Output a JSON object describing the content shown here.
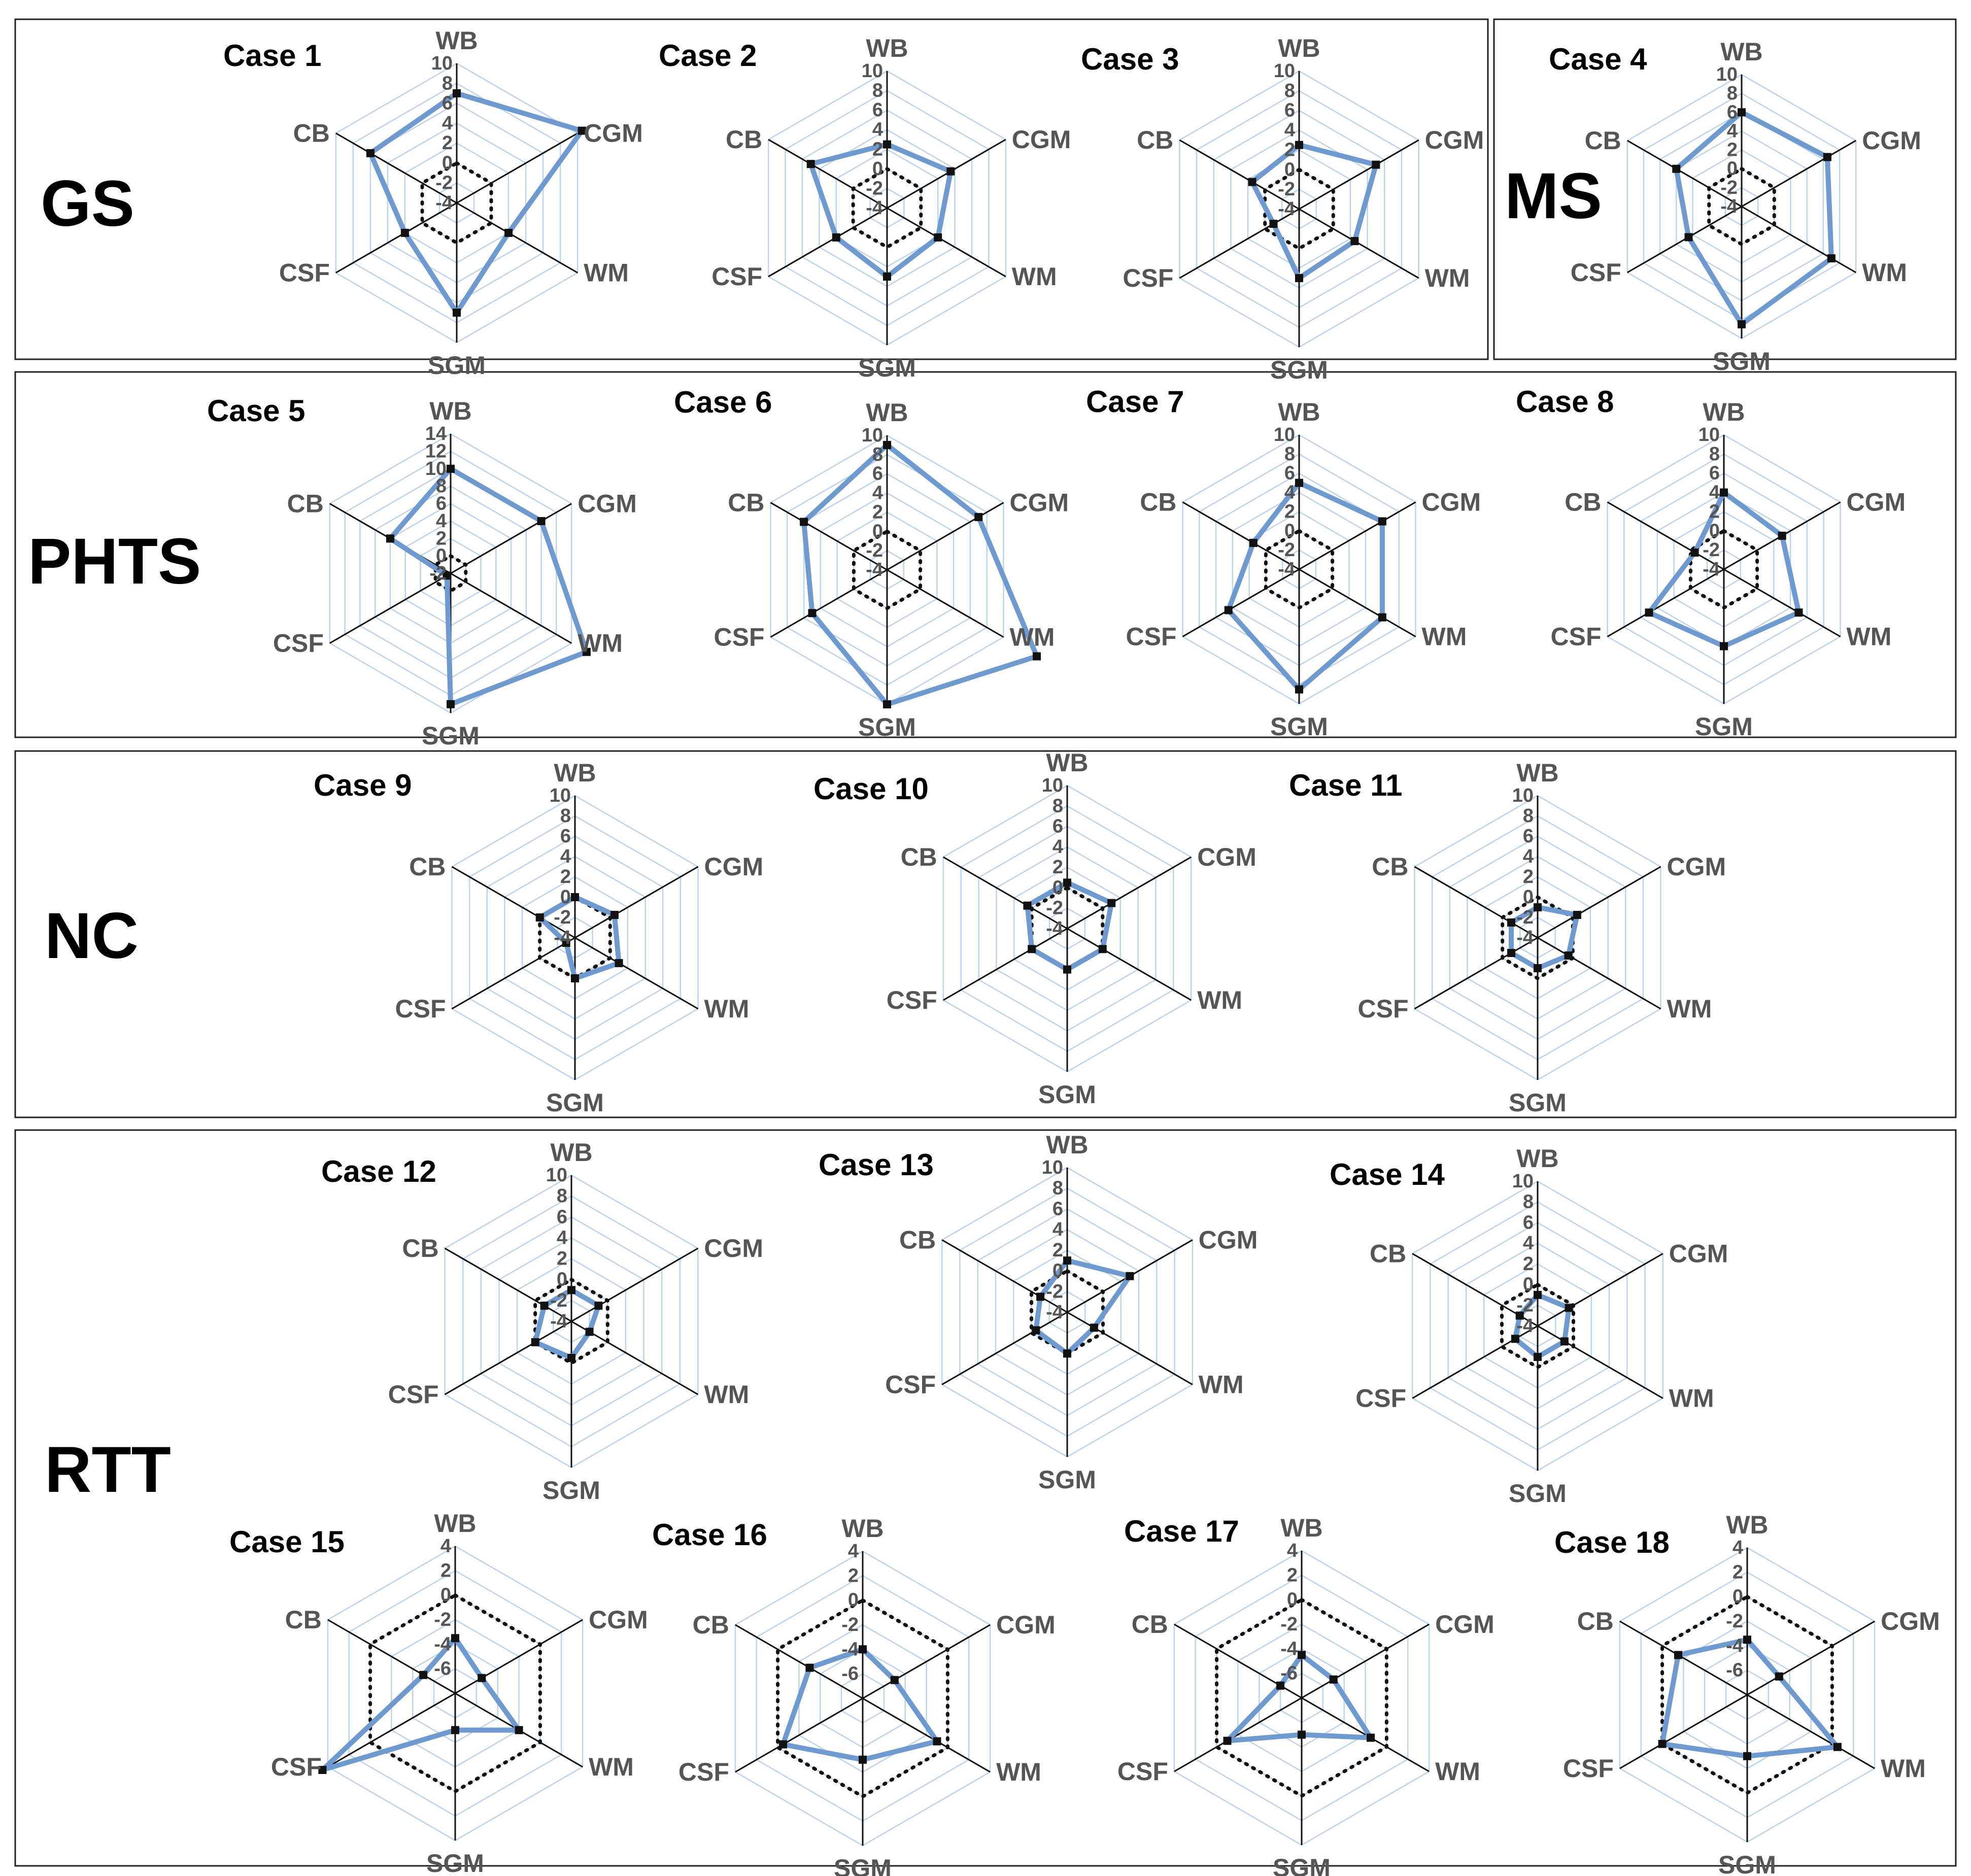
{
  "axes": [
    "WB",
    "CGM",
    "WM",
    "SGM",
    "CSF",
    "CB"
  ],
  "groups": [
    {
      "label": "GS"
    },
    {
      "label": "MS"
    },
    {
      "label": "PHTS"
    },
    {
      "label": "NC"
    },
    {
      "label": "RTT"
    }
  ],
  "colors": {
    "series": "#6e9ad0",
    "grid": "#bcd3ea",
    "spoke": "#111111",
    "zero_ring": "#111111",
    "marker": "#111111",
    "text": "#000000",
    "axis_text": "#555555"
  },
  "chart_data": [
    {
      "type": "radar",
      "group": "GS",
      "title": "Case 1",
      "categories": [
        "WB",
        "CGM",
        "WM",
        "SGM",
        "CSF",
        "CB"
      ],
      "rmin": -4,
      "rmax": 10,
      "ticks": [
        "10",
        "8",
        "6",
        "4",
        "2",
        "0",
        "-2",
        "-4"
      ],
      "values": [
        7,
        10.5,
        2,
        7,
        2,
        6
      ],
      "reference": 0
    },
    {
      "type": "radar",
      "group": "GS",
      "title": "Case 2",
      "categories": [
        "WB",
        "CGM",
        "WM",
        "SGM",
        "CSF",
        "CB"
      ],
      "rmin": -4,
      "rmax": 10,
      "ticks": [
        "10",
        "8",
        "6",
        "4",
        "2",
        "0",
        "-2",
        "-4"
      ],
      "values": [
        2.5,
        3.5,
        2,
        3,
        2,
        5
      ],
      "reference": 0
    },
    {
      "type": "radar",
      "group": "GS",
      "title": "Case 3",
      "categories": [
        "WB",
        "CGM",
        "WM",
        "SGM",
        "CSF",
        "CB"
      ],
      "rmin": -4,
      "rmax": 10,
      "ticks": [
        "10",
        "8",
        "6",
        "4",
        "2",
        "0",
        "-2",
        "-4"
      ],
      "values": [
        2.5,
        5,
        2.5,
        3,
        -1,
        1.5
      ],
      "reference": 0
    },
    {
      "type": "radar",
      "group": "MS",
      "title": "Case 4",
      "categories": [
        "WB",
        "CGM",
        "WM",
        "SGM",
        "CSF",
        "CB"
      ],
      "rmin": -4,
      "rmax": 10,
      "ticks": [
        "10",
        "8",
        "6",
        "4",
        "2",
        "0",
        "-2",
        "-4"
      ],
      "values": [
        6,
        6.5,
        7,
        8.5,
        2.5,
        4
      ],
      "reference": 0
    },
    {
      "type": "radar",
      "group": "PHTS",
      "title": "Case 5",
      "categories": [
        "WB",
        "CGM",
        "WM",
        "SGM",
        "CSF",
        "CB"
      ],
      "rmin": -2,
      "rmax": 14,
      "ticks": [
        "14",
        "12",
        "10",
        "8",
        "6",
        "4",
        "2",
        "0",
        "-2"
      ],
      "values": [
        10,
        10,
        16,
        13,
        -1.5,
        6
      ],
      "reference": 0
    },
    {
      "type": "radar",
      "group": "PHTS",
      "title": "Case 6",
      "categories": [
        "WB",
        "CGM",
        "WM",
        "SGM",
        "CSF",
        "CB"
      ],
      "rmin": -4,
      "rmax": 10,
      "ticks": [
        "10",
        "8",
        "6",
        "4",
        "2",
        "0",
        "-2",
        "-4"
      ],
      "values": [
        9,
        7,
        14,
        10,
        5,
        6
      ],
      "reference": 0
    },
    {
      "type": "radar",
      "group": "PHTS",
      "title": "Case 7",
      "categories": [
        "WB",
        "CGM",
        "WM",
        "SGM",
        "CSF",
        "CB"
      ],
      "rmin": -4,
      "rmax": 10,
      "ticks": [
        "10",
        "8",
        "6",
        "4",
        "2",
        "0",
        "-2",
        "-4"
      ],
      "values": [
        5,
        6,
        6,
        8.5,
        4.5,
        1.5
      ],
      "reference": 0
    },
    {
      "type": "radar",
      "group": "PHTS",
      "title": "Case 8",
      "categories": [
        "WB",
        "CGM",
        "WM",
        "SGM",
        "CSF",
        "CB"
      ],
      "rmin": -4,
      "rmax": 10,
      "ticks": [
        "10",
        "8",
        "6",
        "4",
        "2",
        "0",
        "-2",
        "-4"
      ],
      "values": [
        4,
        3,
        5,
        4,
        5,
        -0.5
      ],
      "reference": 0
    },
    {
      "type": "radar",
      "group": "NC",
      "title": "Case 9",
      "categories": [
        "WB",
        "CGM",
        "WM",
        "SGM",
        "CSF",
        "CB"
      ],
      "rmin": -4,
      "rmax": 10,
      "ticks": [
        "10",
        "8",
        "6",
        "4",
        "2",
        "0",
        "-2",
        "-4"
      ],
      "values": [
        0,
        0.5,
        1,
        0,
        -3,
        0
      ],
      "reference": 0
    },
    {
      "type": "radar",
      "group": "NC",
      "title": "Case 10",
      "categories": [
        "WB",
        "CGM",
        "WM",
        "SGM",
        "CSF",
        "CB"
      ],
      "rmin": -4,
      "rmax": 10,
      "ticks": [
        "10",
        "8",
        "6",
        "4",
        "2",
        "0",
        "-2",
        "-4"
      ],
      "values": [
        0.5,
        1,
        0,
        0,
        0,
        0.5
      ],
      "reference": 0
    },
    {
      "type": "radar",
      "group": "NC",
      "title": "Case 11",
      "categories": [
        "WB",
        "CGM",
        "WM",
        "SGM",
        "CSF",
        "CB"
      ],
      "rmin": -4,
      "rmax": 10,
      "ticks": [
        "10",
        "8",
        "6",
        "4",
        "2",
        "0",
        "-2",
        "-4"
      ],
      "values": [
        -1,
        0.5,
        -0.5,
        -1,
        -1,
        -1
      ],
      "reference": 0
    },
    {
      "type": "radar",
      "group": "RTT",
      "title": "Case 12",
      "categories": [
        "WB",
        "CGM",
        "WM",
        "SGM",
        "CSF",
        "CB"
      ],
      "rmin": -4,
      "rmax": 10,
      "ticks": [
        "10",
        "8",
        "6",
        "4",
        "2",
        "0",
        "-2",
        "-4"
      ],
      "values": [
        -1,
        -1,
        -2,
        -0.5,
        0,
        -1
      ],
      "reference": 0
    },
    {
      "type": "radar",
      "group": "RTT",
      "title": "Case 13",
      "categories": [
        "WB",
        "CGM",
        "WM",
        "SGM",
        "CSF",
        "CB"
      ],
      "rmin": -4,
      "rmax": 10,
      "ticks": [
        "10",
        "8",
        "6",
        "4",
        "2",
        "0",
        "-2",
        "-4"
      ],
      "values": [
        1,
        3,
        -1,
        0,
        -0.5,
        -1
      ],
      "reference": 0
    },
    {
      "type": "radar",
      "group": "RTT",
      "title": "Case 14",
      "categories": [
        "WB",
        "CGM",
        "WM",
        "SGM",
        "CSF",
        "CB"
      ],
      "rmin": -4,
      "rmax": 10,
      "ticks": [
        "10",
        "8",
        "6",
        "4",
        "2",
        "0",
        "-2",
        "-4"
      ],
      "values": [
        -1,
        -0.5,
        -1,
        -1,
        -1.5,
        -2
      ],
      "reference": 0
    },
    {
      "type": "radar",
      "group": "RTT",
      "title": "Case 15",
      "categories": [
        "WB",
        "CGM",
        "WM",
        "SGM",
        "CSF",
        "CB"
      ],
      "rmin": -8,
      "rmax": 4,
      "ticks": [
        "4",
        "2",
        "0",
        "-2",
        "-4",
        "-6"
      ],
      "values": [
        -3.5,
        -5.5,
        -2,
        -5,
        4.5,
        -5
      ],
      "reference": 0
    },
    {
      "type": "radar",
      "group": "RTT",
      "title": "Case 16",
      "categories": [
        "WB",
        "CGM",
        "WM",
        "SGM",
        "CSF",
        "CB"
      ],
      "rmin": -8,
      "rmax": 4,
      "ticks": [
        "4",
        "2",
        "0",
        "-2",
        "-4",
        "-6"
      ],
      "values": [
        -4,
        -5,
        -1,
        -3,
        -0.5,
        -3
      ],
      "reference": 0
    },
    {
      "type": "radar",
      "group": "RTT",
      "title": "Case 17",
      "categories": [
        "WB",
        "CGM",
        "WM",
        "SGM",
        "CSF",
        "CB"
      ],
      "rmin": -8,
      "rmax": 4,
      "ticks": [
        "4",
        "2",
        "0",
        "-2",
        "-4",
        "-6"
      ],
      "values": [
        -4.5,
        -5,
        -1.5,
        -5,
        -1,
        -6
      ],
      "reference": 0
    },
    {
      "type": "radar",
      "group": "RTT",
      "title": "Case 18",
      "categories": [
        "WB",
        "CGM",
        "WM",
        "SGM",
        "CSF",
        "CB"
      ],
      "rmin": -8,
      "rmax": 4,
      "ticks": [
        "4",
        "2",
        "0",
        "-2",
        "-4",
        "-6"
      ],
      "values": [
        -3.5,
        -5,
        0.5,
        -3,
        0,
        -1.5
      ],
      "reference": 0
    }
  ]
}
